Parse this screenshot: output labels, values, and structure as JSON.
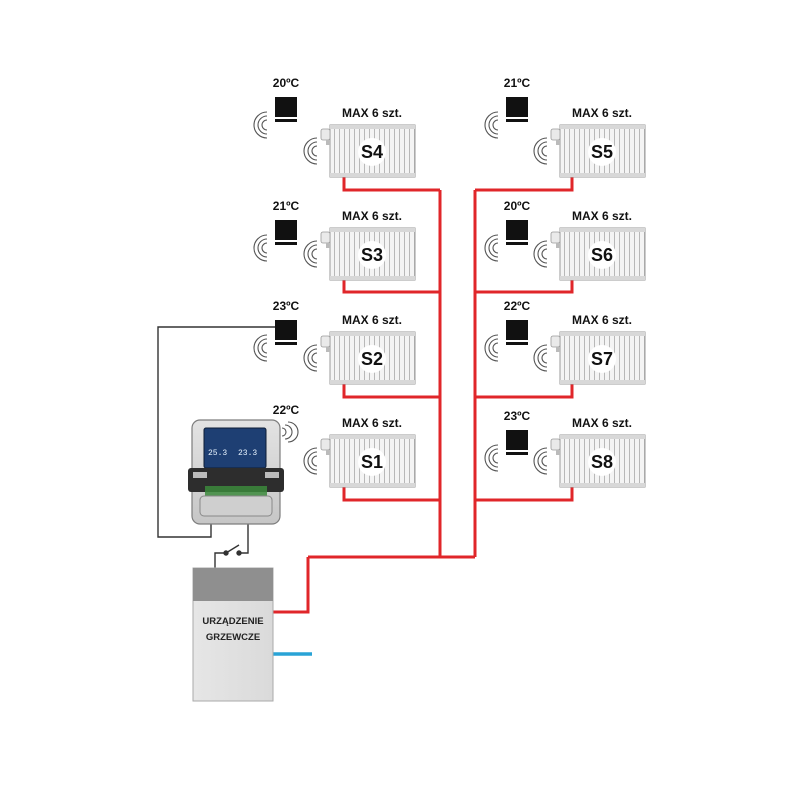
{
  "zones": [
    {
      "id": "S1",
      "temp": "22ºC",
      "max": "MAX 6 szt."
    },
    {
      "id": "S2",
      "temp": "23ºC",
      "max": "MAX 6 szt."
    },
    {
      "id": "S3",
      "temp": "21ºC",
      "max": "MAX 6 szt."
    },
    {
      "id": "S4",
      "temp": "20ºC",
      "max": "MAX 6 szt."
    },
    {
      "id": "S5",
      "temp": "21ºC",
      "max": "MAX 6 szt."
    },
    {
      "id": "S6",
      "temp": "20ºC",
      "max": "MAX 6 szt."
    },
    {
      "id": "S7",
      "temp": "22ºC",
      "max": "MAX 6 szt."
    },
    {
      "id": "S8",
      "temp": "23ºC",
      "max": "MAX 6 szt."
    }
  ],
  "boiler": {
    "line1": "URZĄDZENIE",
    "line2": "GRZEWCZE"
  },
  "controller": {
    "screen_left": "25.3",
    "screen_right": "23.3"
  },
  "colors": {
    "supply": "#e0262a",
    "return": "#29a3d6",
    "wire": "#333333",
    "radiator_fill": "#f2f2f2",
    "thermostat": "#111111"
  },
  "icons": [
    "radiator-icon",
    "thermostat-icon",
    "wireless-signal-icon",
    "controller-icon",
    "boiler-icon",
    "relay-switch-icon"
  ]
}
